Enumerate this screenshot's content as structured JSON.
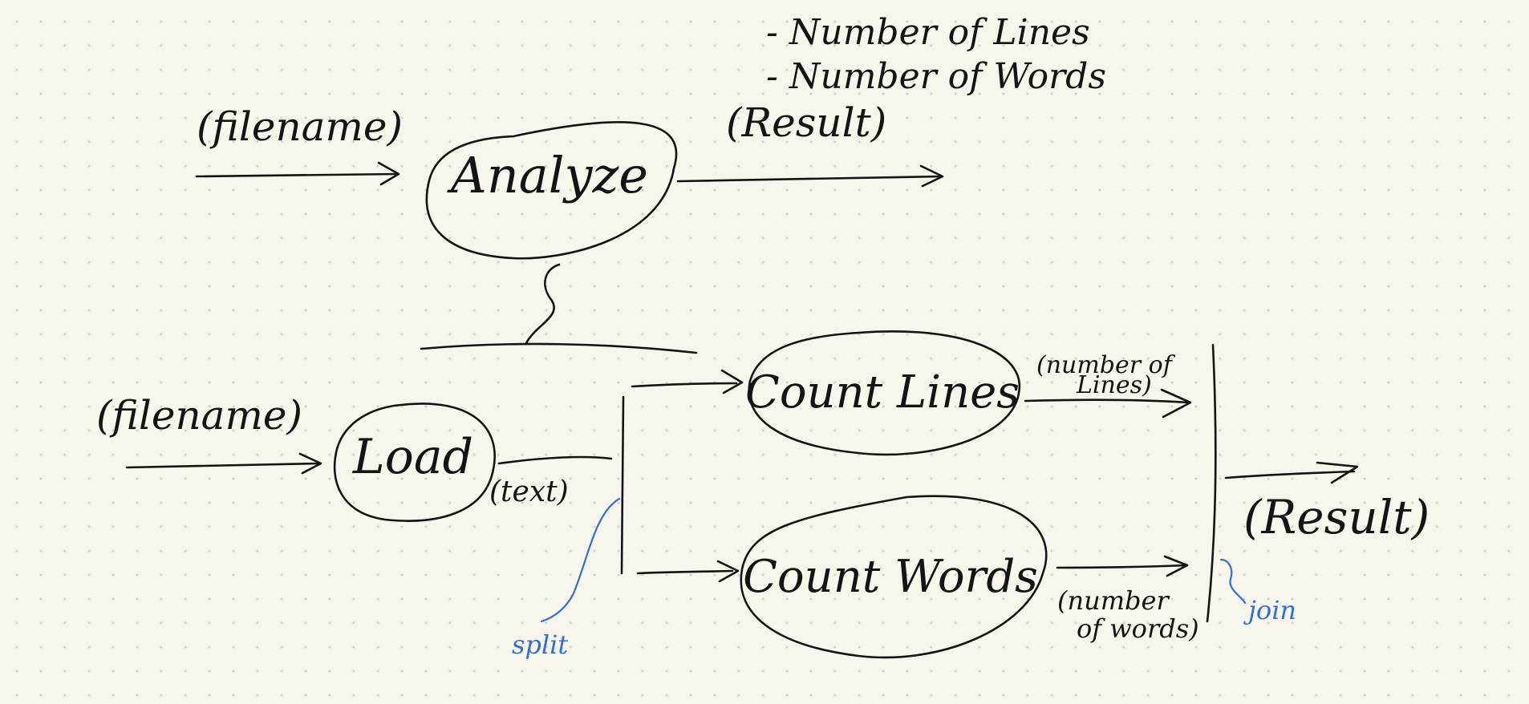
{
  "nodes": {
    "analyze": "Analyze",
    "load": "Load",
    "count_lines": "Count Lines",
    "count_words": "Count Words"
  },
  "labels": {
    "filename_top": "(filename)",
    "result_top": "(Result)",
    "note_lines": "- Number of Lines",
    "note_words": "- Number of Words",
    "filename_bottom": "(filename)",
    "text": "(text)",
    "number_of_lines": [
      "(number of",
      "Lines)"
    ],
    "number_of_words": [
      "(number",
      "of words)"
    ],
    "result_bottom": "(Result)"
  },
  "annotations": {
    "split": "split",
    "join": "join"
  },
  "colors": {
    "ink": "#141414",
    "annotation": "#2f6fd8",
    "paper": "#f8f6ec"
  }
}
